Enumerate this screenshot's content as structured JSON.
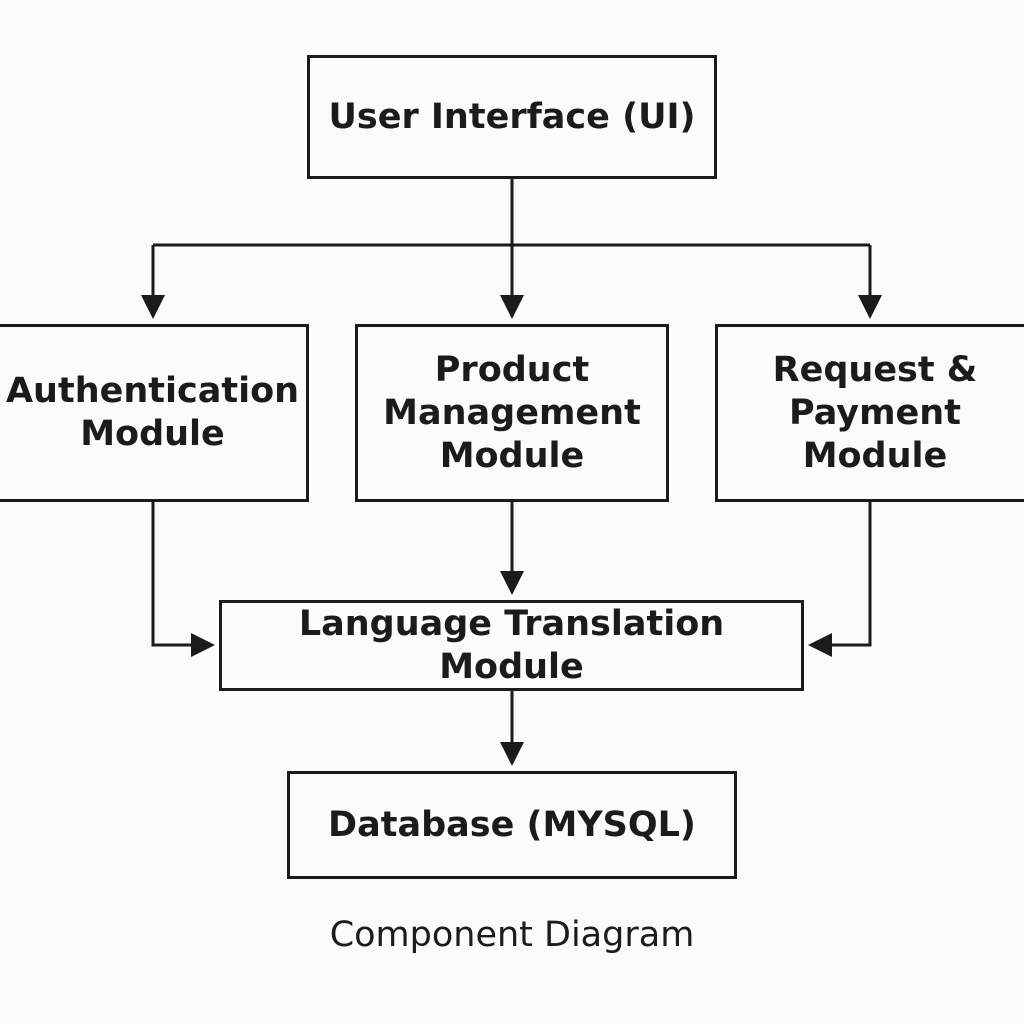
{
  "diagram": {
    "nodes": {
      "ui": "User Interface (UI)",
      "auth": "Authentication\nModule",
      "product": "Product\nManagement\nModule",
      "payment": "Request &\nPayment\nModule",
      "lang": "Language Translation Module",
      "db": "Database (MYSQL)"
    },
    "edges": [
      {
        "from": "User Interface (UI)",
        "to": "Authentication Module"
      },
      {
        "from": "User Interface (UI)",
        "to": "Product Management Module"
      },
      {
        "from": "User Interface (UI)",
        "to": "Request & Payment Module"
      },
      {
        "from": "Authentication Module",
        "to": "Language Translation Module"
      },
      {
        "from": "Product Management Module",
        "to": "Language Translation Module"
      },
      {
        "from": "Request & Payment Module",
        "to": "Language Translation Module"
      },
      {
        "from": "Language Translation Module",
        "to": "Database (MYSQL)"
      }
    ],
    "caption": "Component Diagram"
  }
}
